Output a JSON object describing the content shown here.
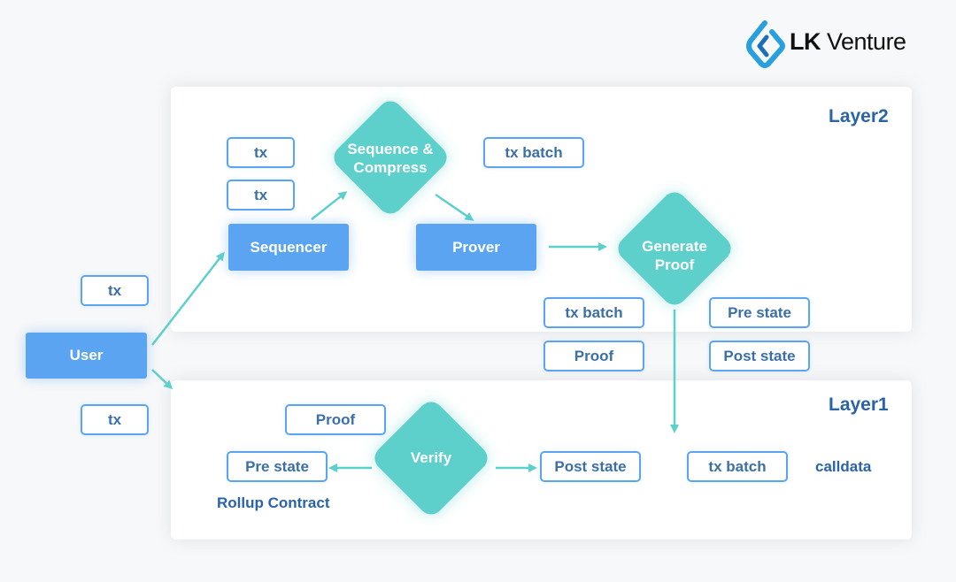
{
  "brand": {
    "name_bold": "LK",
    "name_rest": " Venture"
  },
  "layer2": {
    "title": "Layer2",
    "tx1": "tx",
    "tx2": "tx",
    "sequence_compress": "Sequence &\nCompress",
    "tx_batch_top": "tx batch",
    "sequencer": "Sequencer",
    "prover": "Prover",
    "generate_proof": "Generate\nProof"
  },
  "middle": {
    "tx_batch": "tx batch",
    "proof": "Proof",
    "pre_state": "Pre state",
    "post_state": "Post state"
  },
  "user": {
    "label": "User",
    "tx_upper": "tx",
    "tx_lower": "tx"
  },
  "layer1": {
    "title": "Layer1",
    "proof": "Proof",
    "verify": "Verify",
    "pre_state": "Pre state",
    "post_state": "Post state",
    "tx_batch": "tx batch",
    "calldata": "calldata",
    "rollup_contract": "Rollup Contract"
  },
  "colors": {
    "blue_box": "#5aa4f2",
    "teal_diamond": "#5dd0cc",
    "label_blue": "#2a63a8"
  }
}
